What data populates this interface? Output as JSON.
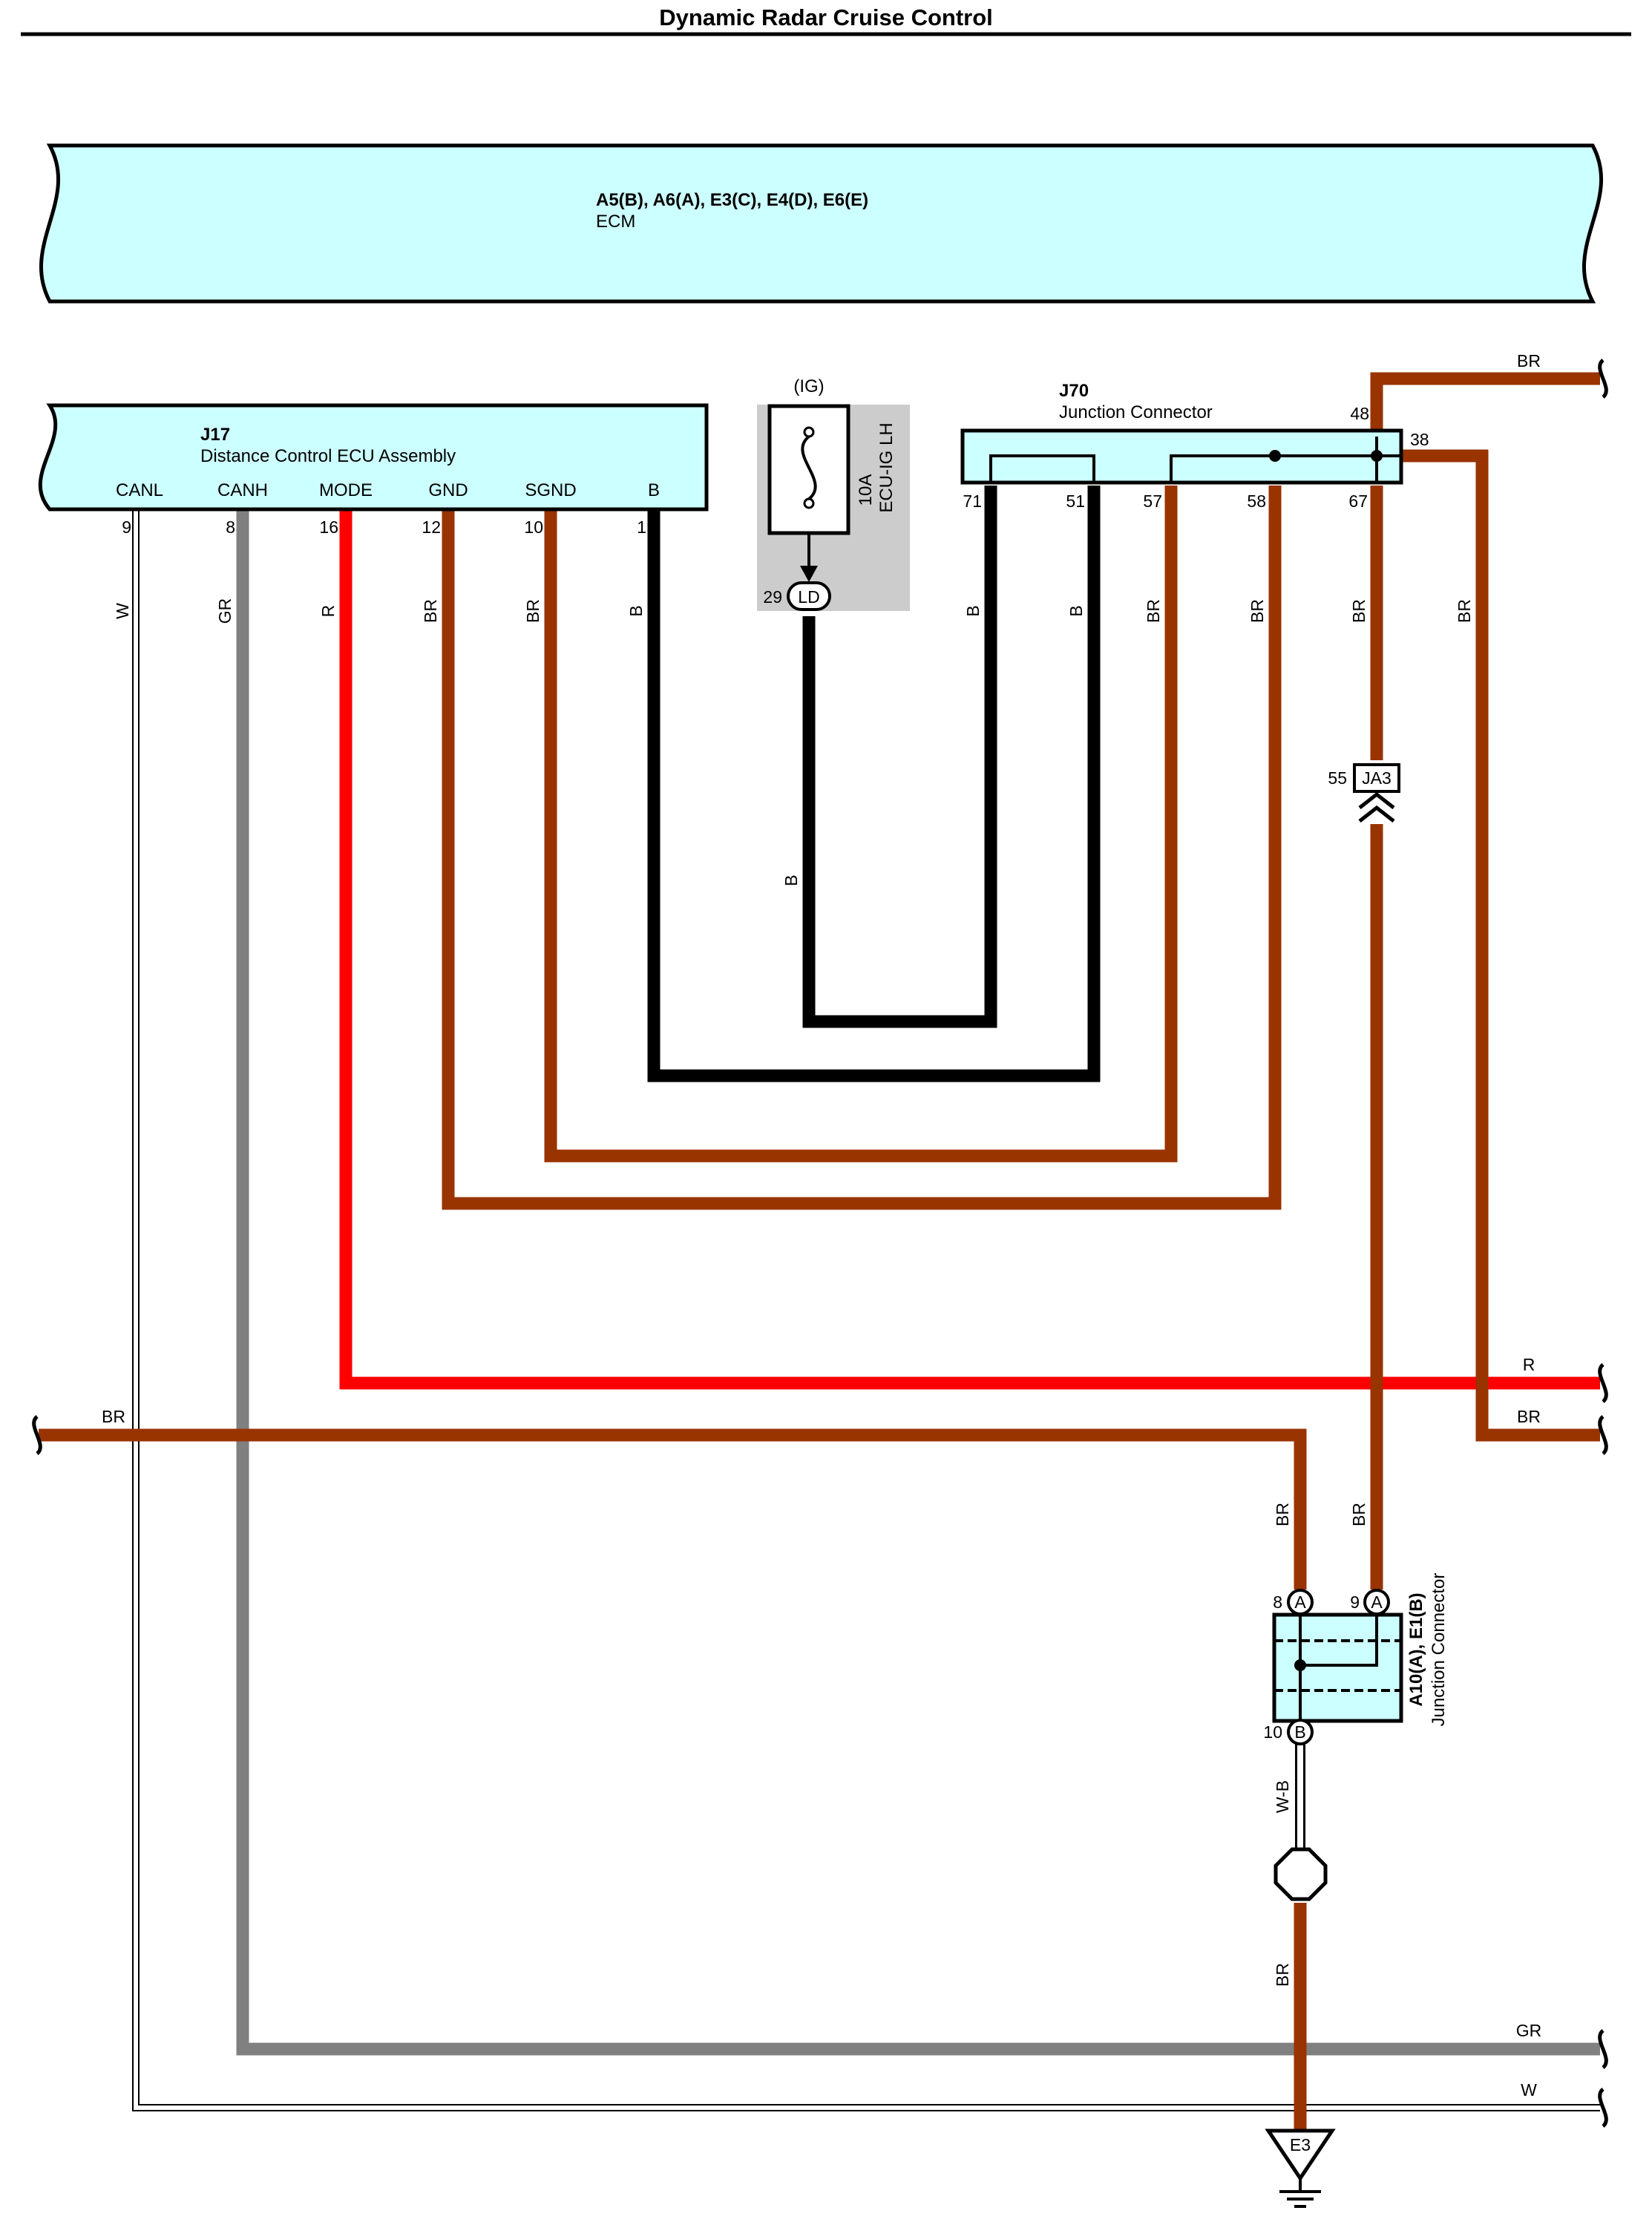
{
  "title": "Dynamic Radar Cruise Control",
  "colors": {
    "BR": "#993300",
    "B": "#000000",
    "R": "#ff0000",
    "GR": "#808080",
    "W": "#ffffff",
    "component_fill": "#ccffff",
    "fuse_box_fill": "#cccccc"
  },
  "ecm": {
    "code": "A5(B), A6(A), E3(C), E4(D), E6(E)",
    "name": "ECM"
  },
  "j17": {
    "code": "J17",
    "name": "Distance Control ECU Assembly",
    "terminals": [
      {
        "label": "CANL",
        "pin": "9",
        "wire": "W"
      },
      {
        "label": "CANH",
        "pin": "8",
        "wire": "GR"
      },
      {
        "label": "MODE",
        "pin": "16",
        "wire": "R"
      },
      {
        "label": "GND",
        "pin": "12",
        "wire": "BR"
      },
      {
        "label": "SGND",
        "pin": "10",
        "wire": "BR"
      },
      {
        "label": "B",
        "pin": "1",
        "wire": "B"
      }
    ]
  },
  "fuse": {
    "circuit": "(IG)",
    "rating": "10A",
    "name": "ECU-IG LH",
    "connector": "LD",
    "pin": "29",
    "wire": "B"
  },
  "j70": {
    "code": "J70",
    "name": "Junction Connector",
    "pins": {
      "p48": "48",
      "p38": "38",
      "p71": "71",
      "p51": "51",
      "p57": "57",
      "p58": "58",
      "p67": "67"
    },
    "wires": {
      "w48": "BR",
      "w38": "BR",
      "w71": "B",
      "w51": "B",
      "w57": "BR",
      "w58": "BR",
      "w67": "BR"
    }
  },
  "ja3": {
    "code": "JA3",
    "pin": "55"
  },
  "a10": {
    "code": "A10(A), E1(B)",
    "name": "Junction Connector",
    "pin_a8": "8",
    "pin_a9": "9",
    "pin_b10": "10",
    "letter_a": "A",
    "letter_b": "B",
    "wire_a8": "BR",
    "wire_a9": "BR",
    "wire_b10": "W-B"
  },
  "ground": {
    "code": "E3",
    "wire": "BR"
  },
  "edge_wires": {
    "top_right": "BR",
    "right_r": "R",
    "right_br": "BR",
    "left_br": "BR",
    "bottom_gr": "GR",
    "bottom_w": "W"
  }
}
